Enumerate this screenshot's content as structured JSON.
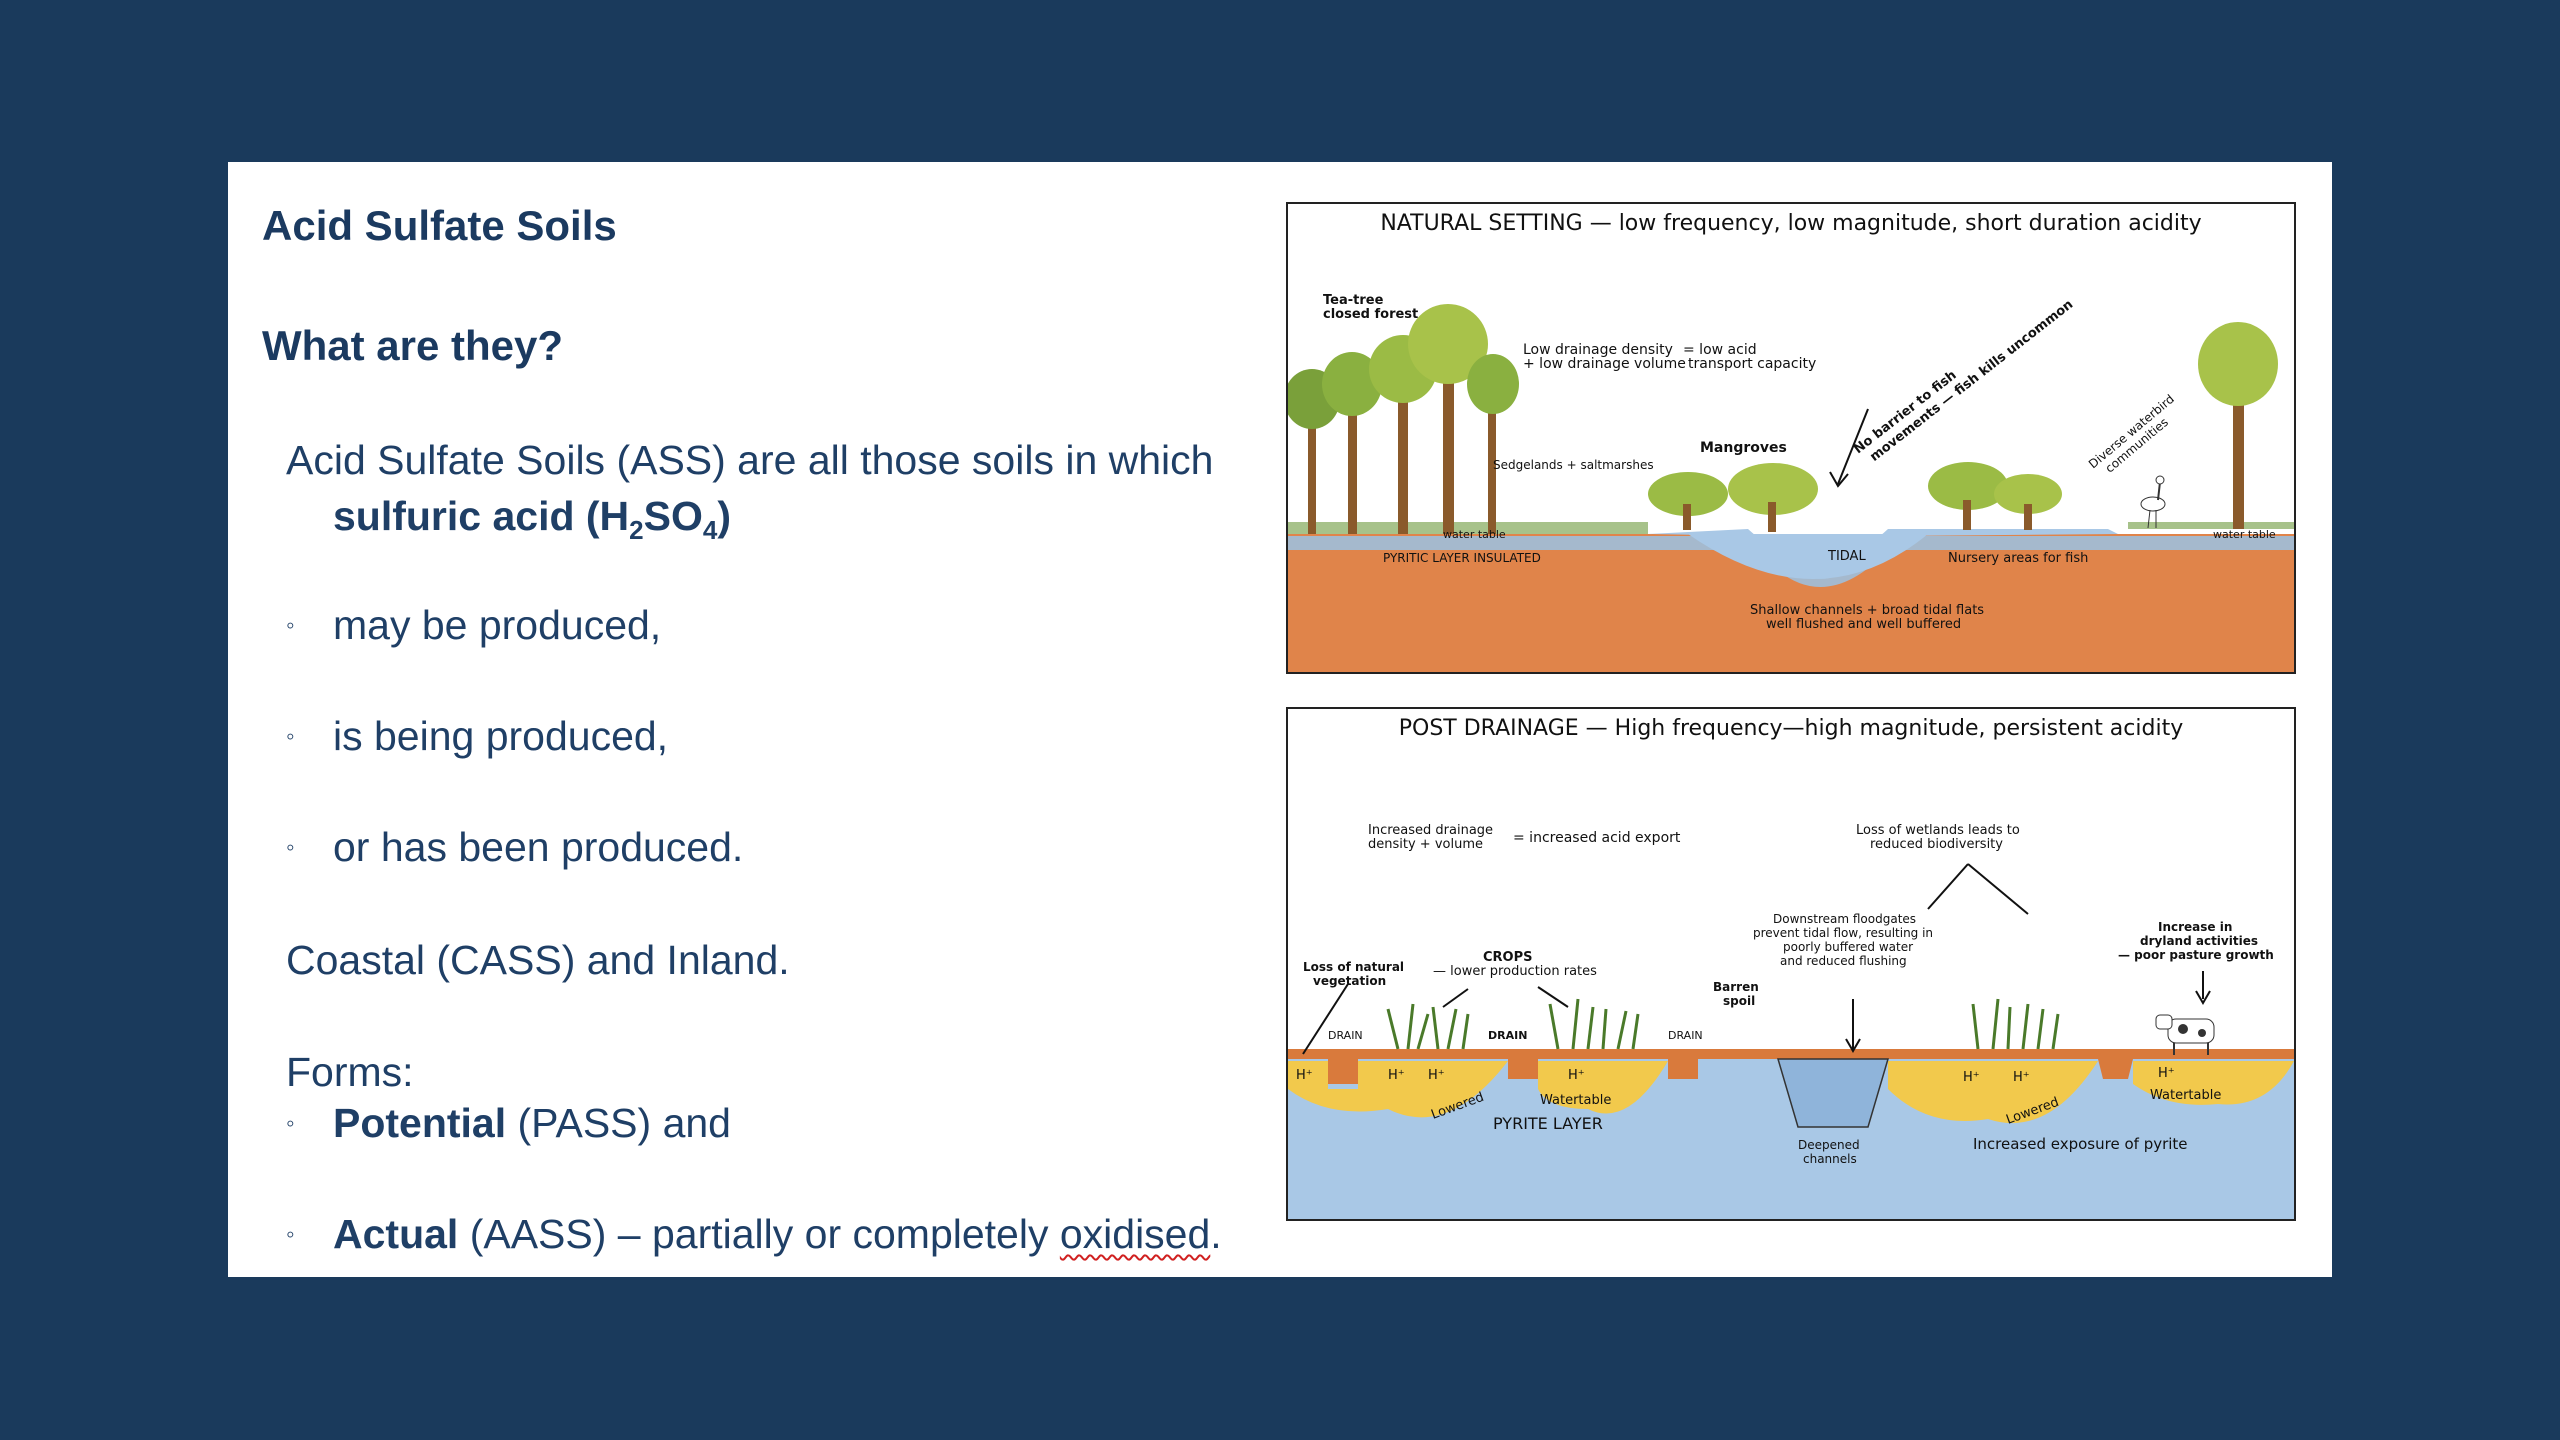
{
  "slide": {
    "title": "Acid Sulfate Soils",
    "subtitle": "What are they?",
    "definition": {
      "line1": "Acid Sulfate Soils (ASS) are all those soils in which",
      "bold_prefix": "sulfuric acid (H",
      "sub1": "2",
      "mid": "SO",
      "sub2": "4",
      "close": ")"
    },
    "bullets": [
      "may be produced,",
      "is being produced,",
      "or has been produced."
    ],
    "coastal": "Coastal (CASS) and Inland.",
    "forms_label": "Forms:",
    "forms": [
      {
        "bold": "Potential",
        "rest": " (PASS) and"
      },
      {
        "bold": "Actual",
        "rest": " (AASS) – partially or completely ",
        "misspelt": "oxidised",
        "tail": "."
      }
    ],
    "bullet_glyph": "◦"
  },
  "figure_natural": {
    "title": "NATURAL SETTING — low frequency, low magnitude, short duration acidity",
    "labels": {
      "tea_tree": "Tea-tree",
      "closed_forest": "closed forest",
      "drainage1": "Low drainage density",
      "drainage2": "+ low drainage volume",
      "capacity1": "= low acid",
      "capacity2": "transport capacity",
      "sedgelands": "Sedgelands + saltmarshes",
      "mangroves": "Mangroves",
      "barrier1": "No barrier to fish",
      "barrier2": "movements — fish kills uncommon",
      "waterbird1": "Diverse waterbird",
      "waterbird2": "communities",
      "water_table": "water table",
      "pyritic": "PYRITIC LAYER INSULATED",
      "tidal": "TIDAL",
      "nursery": "Nursery areas for fish",
      "shallow1": "Shallow channels + broad tidal flats",
      "shallow2": "well flushed and well buffered"
    }
  },
  "figure_post": {
    "title": "POST DRAINAGE — High frequency—high magnitude, persistent acidity",
    "labels": {
      "increased1": "Increased drainage",
      "increased2": "density + volume",
      "export": "= increased acid export",
      "loss_wet1": "Loss of wetlands leads to",
      "loss_wet2": "reduced biodiversity",
      "loss_nat1": "Loss of natural",
      "loss_nat2": "vegetation",
      "crops1": "CROPS",
      "crops2": "— lower production rates",
      "floodgates1": "Downstream floodgates",
      "floodgates2": "prevent tidal flow, resulting in",
      "floodgates3": "poorly buffered water",
      "floodgates4": "and reduced flushing",
      "barren1": "Barren",
      "barren2": "spoil",
      "dryland1": "Increase in",
      "dryland2": "dryland activities",
      "dryland3": "— poor pasture growth",
      "drain": "DRAIN",
      "h_plus": "H⁺",
      "watertable": "Watertable",
      "lowered": "Lowered",
      "pyrite": "PYRITE LAYER",
      "deepened1": "Deepened",
      "deepened2": "channels",
      "exposure": "Increased exposure of pyrite"
    }
  },
  "colors": {
    "background": "#1a3a5c",
    "heading": "#1b3a60",
    "text": "#1f3f66",
    "soil": "#e0844a",
    "water": "#a9c8e6",
    "acid_zone": "#f2c94c"
  }
}
